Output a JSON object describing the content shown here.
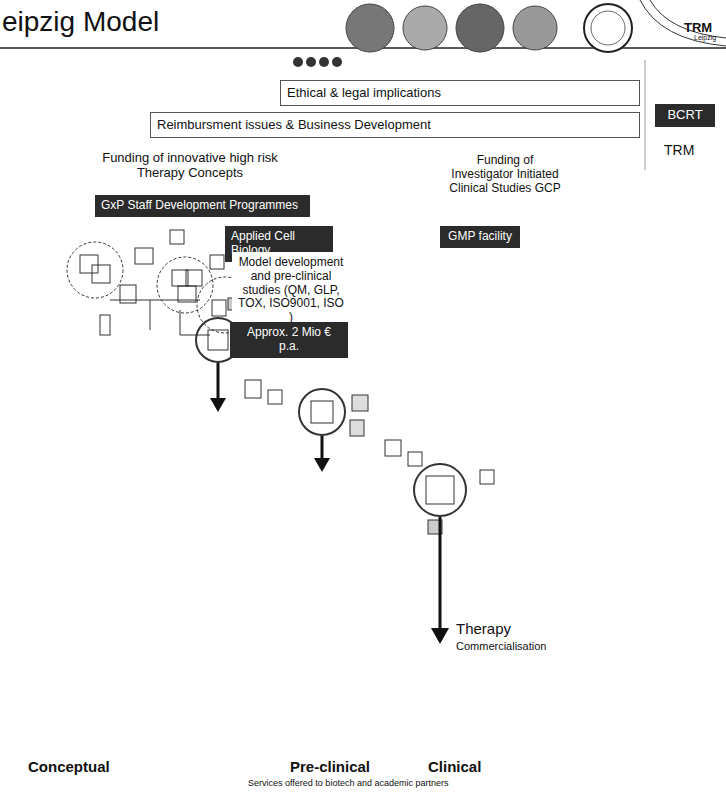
{
  "diagram": {
    "title": "eipzig Model",
    "nodes": [
      {
        "text": [
          "Ethical & legal implications"
        ]
      },
      {
        "text": [
          "Reimbursment issues & Business Development"
        ]
      },
      {
        "text": [
          "Funding of innovative high risk Therapy Concepts"
        ]
      },
      {
        "text": [
          "Funding of Investigator Initiated Clinical Studies GCP"
        ]
      },
      {
        "text": [
          "GxP Staff Development Programmes"
        ]
      },
      {
        "text": [
          "Applied Cell Biology"
        ]
      },
      {
        "text": [
          "GMP facility"
        ]
      },
      {
        "text": [
          "Model development and pre-clinical studies (QM, GLP, TOX, ISO9001, ISO )"
        ]
      },
      {
        "text": [
          "Approx. 2 Mio € p.a."
        ]
      },
      {
        "text": [
          "BCRT"
        ]
      }
    ],
    "labels": [
      "TRM",
      "TRM",
      "Leipzig",
      "Conceptual",
      "Pre-clinical",
      "Clinical",
      "Therapy",
      "Commercialisation",
      "Services offered to biotech and academic partners"
    ]
  }
}
